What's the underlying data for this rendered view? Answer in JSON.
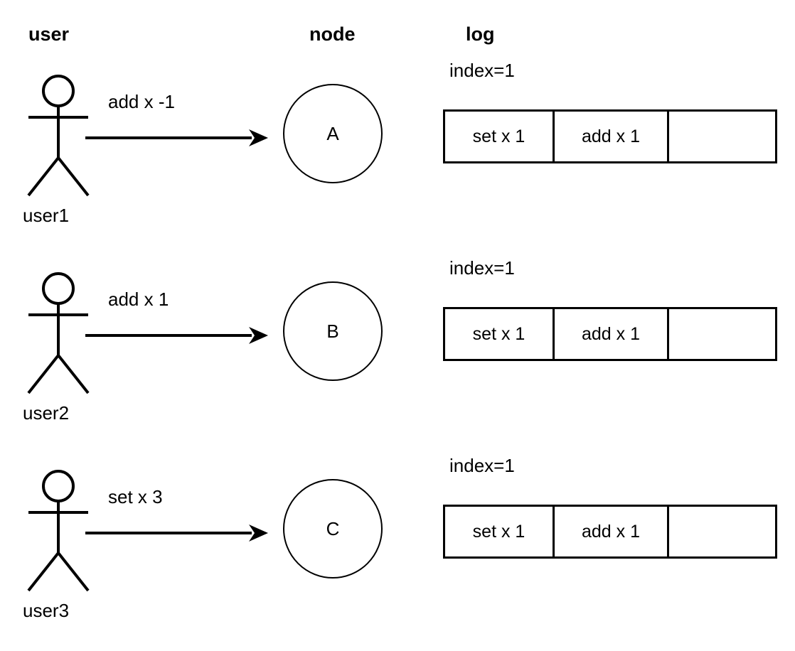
{
  "columns": {
    "user": "user",
    "node": "node",
    "log": "log"
  },
  "rows": [
    {
      "actor_label": "user1",
      "actor_icon": "stick-figure-icon",
      "command": "add x -1",
      "arrow_icon": "arrow-right-icon",
      "node_label": "A",
      "log": {
        "index_label": "index=1",
        "entries": [
          "set x 1",
          "add x 1",
          ""
        ]
      }
    },
    {
      "actor_label": "user2",
      "actor_icon": "stick-figure-icon",
      "command": "add x 1",
      "arrow_icon": "arrow-right-icon",
      "node_label": "B",
      "log": {
        "index_label": "index=1",
        "entries": [
          "set x 1",
          "add x 1",
          ""
        ]
      }
    },
    {
      "actor_label": "user3",
      "actor_icon": "stick-figure-icon",
      "command": "set x 3",
      "arrow_icon": "arrow-right-icon",
      "node_label": "C",
      "log": {
        "index_label": "index=1",
        "entries": [
          "set x 1",
          "add x 1",
          ""
        ]
      }
    }
  ],
  "colors": {
    "stroke": "#000000",
    "background": "#ffffff"
  }
}
